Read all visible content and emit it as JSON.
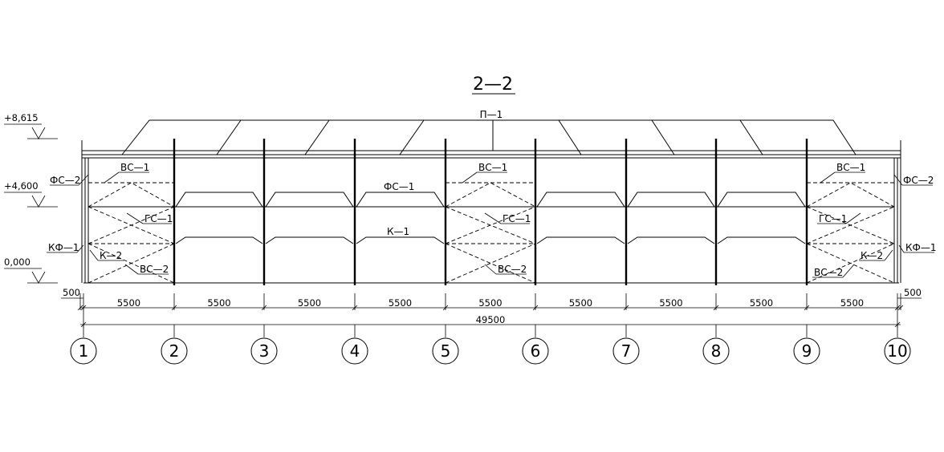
{
  "title": "2—2",
  "labels": {
    "purlin": "П—1",
    "truss_brace_left": "ФС—2",
    "truss_brace_right": "ФС—2",
    "truss_mid": "ФС—1",
    "vs1_left": "ВС—1",
    "vs1_mid": "ВС—1",
    "vs1_right": "ВС—1",
    "gs1_left": "ГС—1",
    "gs1_mid": "ГС—1",
    "gs1_right": "ГС—1",
    "k1_mid": "К—1",
    "kf1_left": "КФ—1",
    "kf1_right": "КФ—1",
    "k2_left": "К—2",
    "k2_right": "К—2",
    "vs2_left": "ВС—2",
    "vs2_mid": "ВС—2",
    "vs2_right": "ВС—2"
  },
  "levels": [
    {
      "text": "+8,615"
    },
    {
      "text": "+4,600"
    },
    {
      "text": "0,000"
    }
  ],
  "dimensions": {
    "edge_left": "500",
    "edge_right": "500",
    "spans": [
      "5500",
      "5500",
      "5500",
      "5500",
      "5500",
      "5500",
      "5500",
      "5500",
      "5500"
    ],
    "total": "49500"
  },
  "axes": [
    "1",
    "2",
    "3",
    "4",
    "5",
    "6",
    "7",
    "8",
    "9",
    "10"
  ]
}
